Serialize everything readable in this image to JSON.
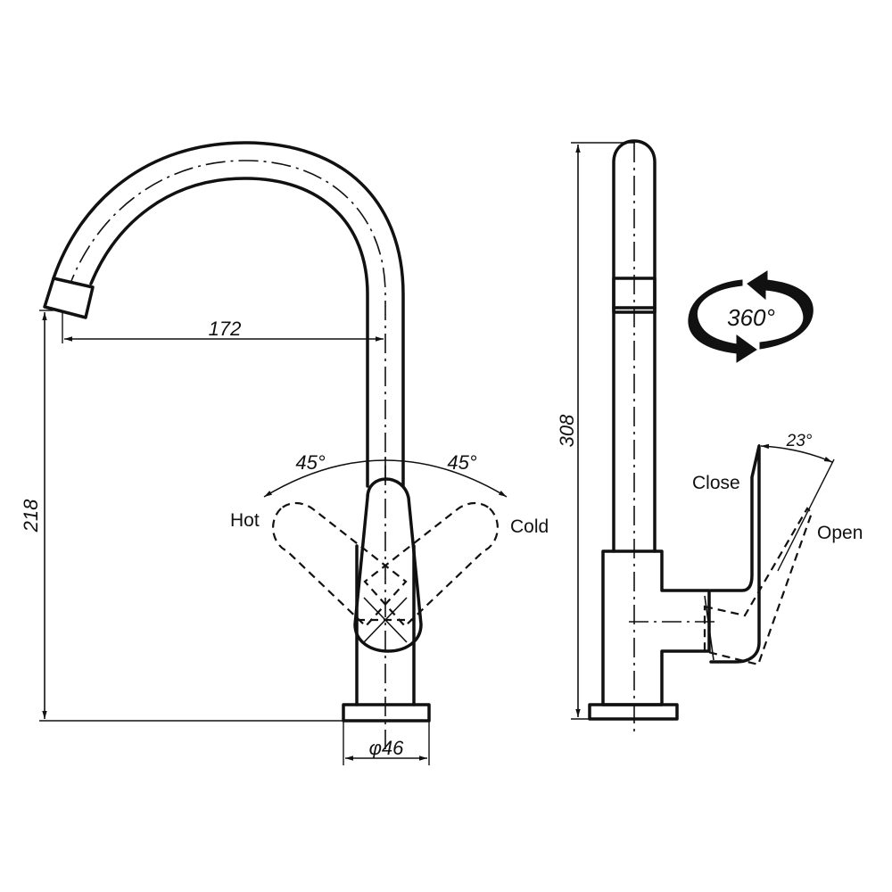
{
  "front_view": {
    "spout_reach": "172",
    "spout_height": "218",
    "base_diameter": "φ46",
    "hot_angle": "45°",
    "cold_angle": "45°",
    "hot_label": "Hot",
    "cold_label": "Cold"
  },
  "side_view": {
    "total_height": "308",
    "swivel": "360°",
    "lever_angle": "23°",
    "close_label": "Close",
    "open_label": "Open"
  },
  "colors": {
    "line": "#111111",
    "background": "#ffffff"
  }
}
